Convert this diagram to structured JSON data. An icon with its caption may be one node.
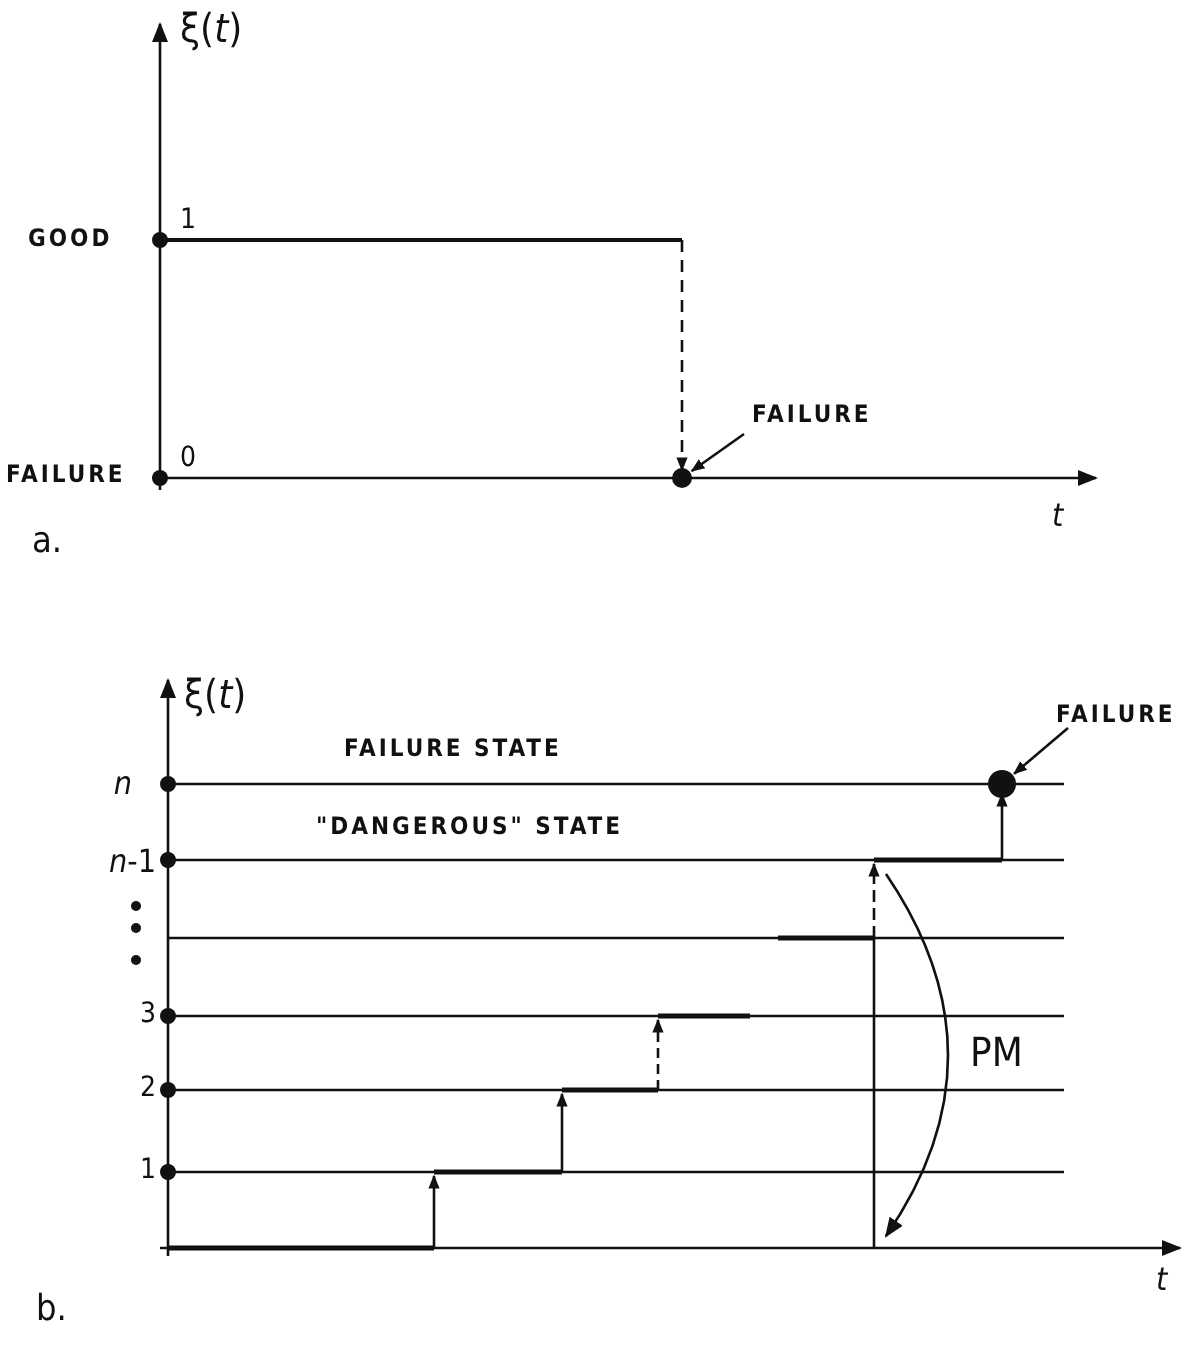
{
  "diagram": {
    "nodes": [
      {
        "text": [
          "FAILURE"
        ]
      },
      {
        "text": [],
        "shape": "circle"
      },
      {
        "text": [
          "FAILURE"
        ]
      },
      {
        "text": [],
        "shape": "circle"
      }
    ],
    "edges": [
      {
        "from": 0,
        "to": 1,
        "arrow": "to"
      },
      {
        "from": 2,
        "to": 3,
        "arrow": "to"
      }
    ],
    "labels": [
      "ξ(*t*)",
      "1",
      "GOOD",
      "0",
      "FAILURE",
      "*t*",
      "a.",
      "ξ(*t*)",
      "FAILURE STATE",
      "*n*",
      "\"DANGEROUS\" STATE",
      "*n*-1",
      "3",
      "2",
      "1",
      "PM",
      "*t*",
      "b."
    ]
  }
}
